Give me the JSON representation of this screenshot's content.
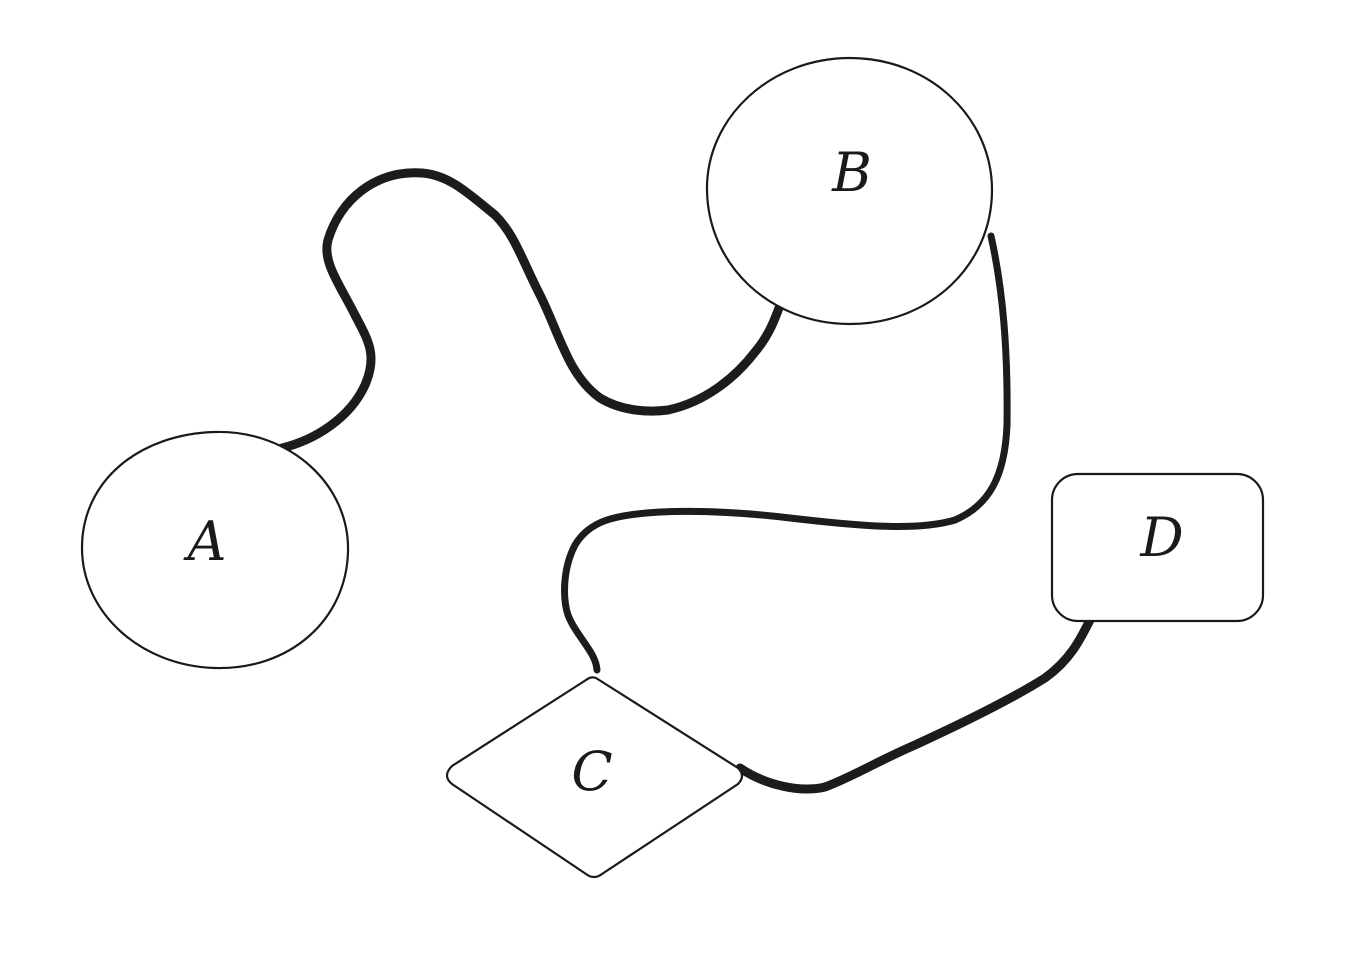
{
  "diagram": {
    "nodes": [
      {
        "id": "A",
        "label": "A",
        "shape": "circle"
      },
      {
        "id": "B",
        "label": "B",
        "shape": "circle"
      },
      {
        "id": "C",
        "label": "C",
        "shape": "diamond"
      },
      {
        "id": "D",
        "label": "D",
        "shape": "rounded-rectangle"
      }
    ],
    "edges": [
      {
        "from": "A",
        "to": "B"
      },
      {
        "from": "B",
        "to": "C"
      },
      {
        "from": "C",
        "to": "D"
      }
    ],
    "colors": {
      "background": "#ffffff",
      "stroke": "#1a1a1a"
    }
  }
}
